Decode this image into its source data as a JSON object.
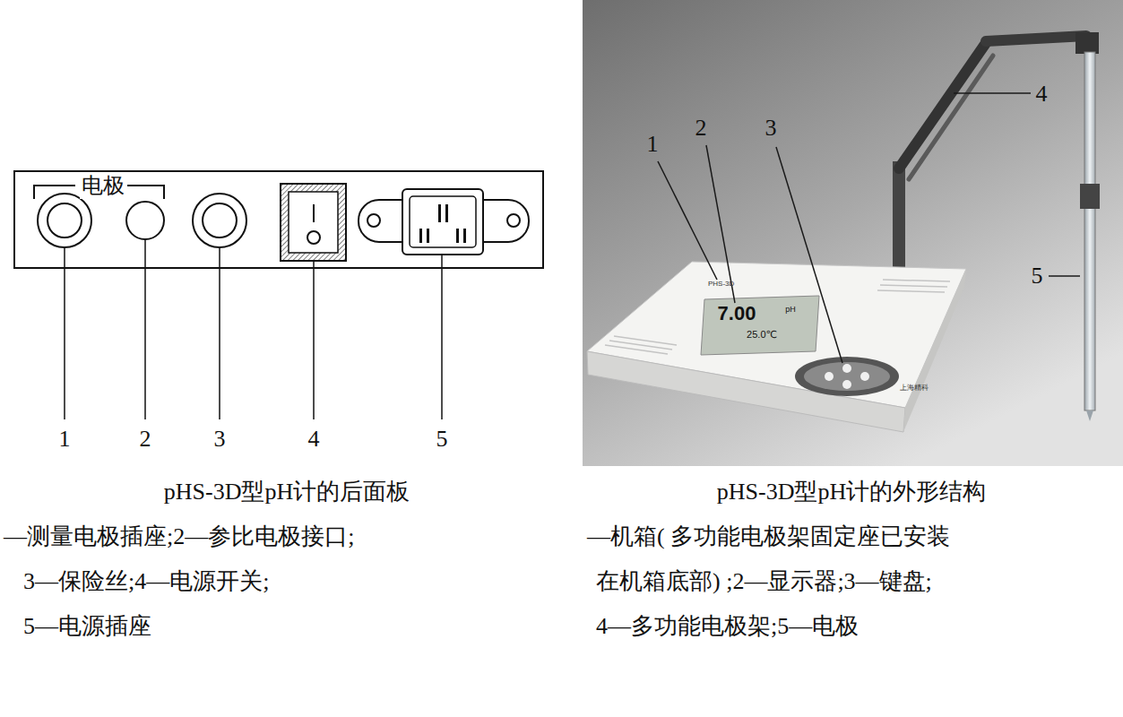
{
  "diagram": {
    "nodes": [
      {
        "text": [
          "电极"
        ]
      }
    ],
    "labels": [
      "1",
      "2",
      "3",
      "4",
      "5",
      "pHS-3D型pH计的后面板",
      "—测量电极插座;2—参比电极接口;",
      "3—保险丝;4—电源开关;",
      "5—电源插座",
      "PHS-3D",
      "7.00",
      "pH",
      "25.0℃",
      "上海精科",
      "1",
      "2",
      "3",
      "4",
      "5",
      "pHS-3D型pH计的外形结构",
      "—机箱( 多功能电极架固定座已安装",
      "在机箱底部) ;2—显示器;3—键盘;",
      "4—多功能电极架;5—电极"
    ]
  }
}
